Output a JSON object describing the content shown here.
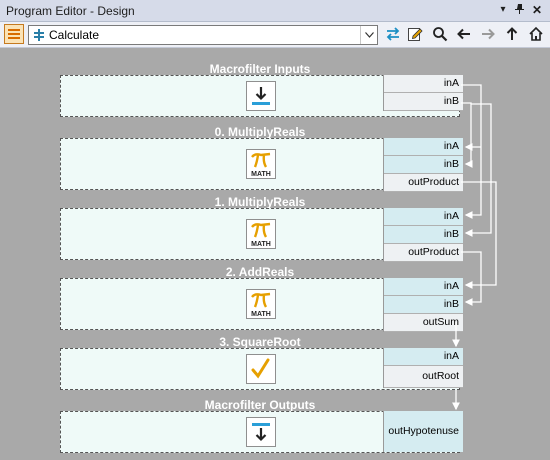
{
  "window": {
    "title": "Program Editor - Design"
  },
  "titlebar_buttons": [
    "dropdown-arrow-icon",
    "pin-icon",
    "close-icon"
  ],
  "toolbar": {
    "program_selector_value": "Calculate",
    "tools": [
      "swap-icon",
      "edit-icon",
      "search-icon",
      "back-arrow-icon",
      "forward-arrow-icon",
      "up-arrow-icon",
      "home-icon"
    ]
  },
  "blocks": [
    {
      "title": "Macrofilter Inputs",
      "icon": "input-arrow-icon",
      "ports": [
        {
          "label": "inA",
          "kind": "out-in"
        },
        {
          "label": "inB",
          "kind": "out-in"
        }
      ]
    },
    {
      "title": "0. MultiplyReals",
      "icon": "math-pi-icon",
      "icon_text": "MATH",
      "ports": [
        {
          "label": "inA",
          "kind": "in"
        },
        {
          "label": "inB",
          "kind": "in"
        },
        {
          "label": "outProduct",
          "kind": "out"
        }
      ]
    },
    {
      "title": "1. MultiplyReals",
      "icon": "math-pi-icon",
      "icon_text": "MATH",
      "ports": [
        {
          "label": "inA",
          "kind": "in"
        },
        {
          "label": "inB",
          "kind": "in"
        },
        {
          "label": "outProduct",
          "kind": "out"
        }
      ]
    },
    {
      "title": "2. AddReals",
      "icon": "math-pi-icon",
      "icon_text": "MATH",
      "ports": [
        {
          "label": "inA",
          "kind": "in"
        },
        {
          "label": "inB",
          "kind": "in"
        },
        {
          "label": "outSum",
          "kind": "out"
        }
      ]
    },
    {
      "title": "3. SquareRoot",
      "icon": "square-root-icon",
      "ports": [
        {
          "label": "inA",
          "kind": "in"
        },
        {
          "label": "outRoot",
          "kind": "out"
        }
      ]
    },
    {
      "title": "Macrofilter Outputs",
      "icon": "output-arrow-icon",
      "ports": [
        {
          "label": "outHypotenuse",
          "kind": "in"
        }
      ]
    }
  ]
}
